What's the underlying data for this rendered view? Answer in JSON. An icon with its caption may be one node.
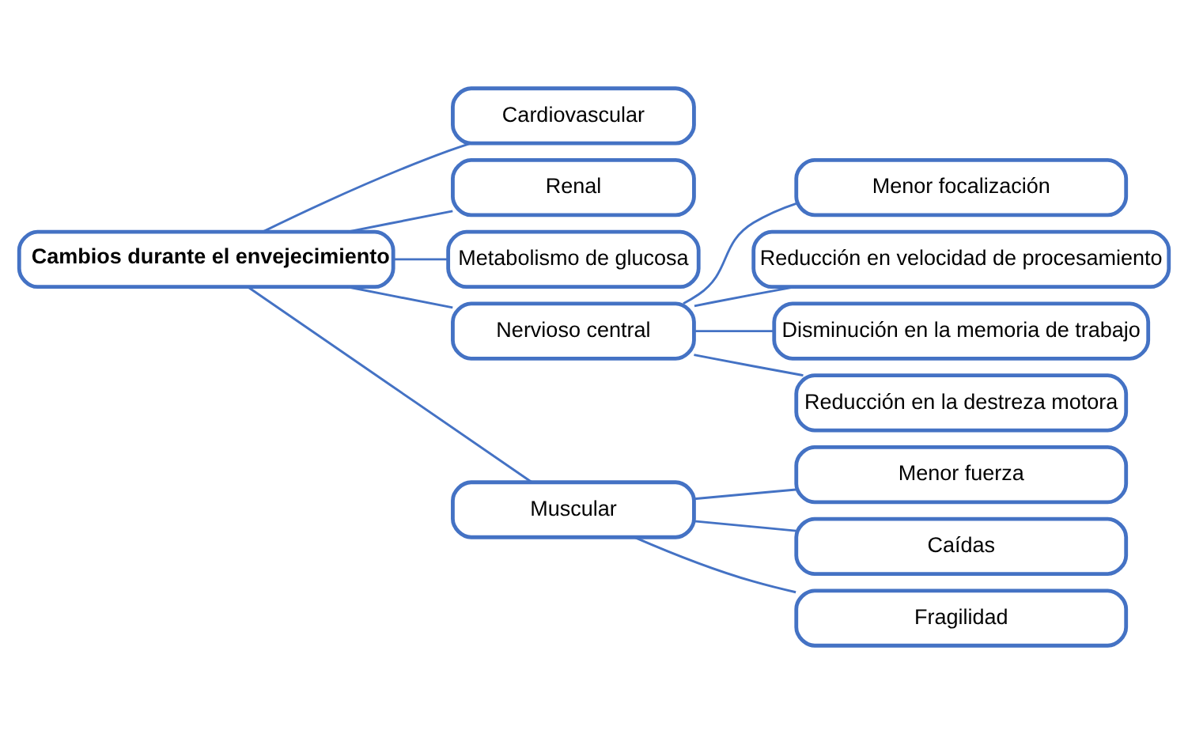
{
  "diagram": {
    "nodes": [
      {
        "text": [
          "Cambios durante el envejecimiento"
        ]
      },
      {
        "text": [
          "Cardiovascular"
        ]
      },
      {
        "text": [
          "Renal"
        ]
      },
      {
        "text": [
          "Metabolismo de glucosa"
        ]
      },
      {
        "text": [
          "Nervioso central"
        ]
      },
      {
        "text": [
          "Muscular"
        ]
      },
      {
        "text": [
          "Menor focalización"
        ]
      },
      {
        "text": [
          "Reducción en velocidad de procesamiento"
        ]
      },
      {
        "text": [
          "Disminución en la memoria de trabajo"
        ]
      },
      {
        "text": [
          "Reducción en la destreza motora"
        ]
      },
      {
        "text": [
          "Menor fuerza"
        ]
      },
      {
        "text": [
          "Caídas"
        ]
      },
      {
        "text": [
          "Fragilidad"
        ]
      }
    ],
    "edges": [
      {
        "from": 0,
        "to": 1,
        "arrow": "none"
      },
      {
        "from": 0,
        "to": 2,
        "arrow": "none"
      },
      {
        "from": 0,
        "to": 3,
        "arrow": "none"
      },
      {
        "from": 0,
        "to": 4,
        "arrow": "none"
      },
      {
        "from": 0,
        "to": 5,
        "arrow": "none"
      },
      {
        "from": 4,
        "to": 6,
        "arrow": "none"
      },
      {
        "from": 4,
        "to": 7,
        "arrow": "none"
      },
      {
        "from": 4,
        "to": 8,
        "arrow": "none"
      },
      {
        "from": 4,
        "to": 9,
        "arrow": "none"
      },
      {
        "from": 5,
        "to": 10,
        "arrow": "none"
      },
      {
        "from": 5,
        "to": 11,
        "arrow": "none"
      },
      {
        "from": 5,
        "to": 12,
        "arrow": "none"
      }
    ]
  }
}
